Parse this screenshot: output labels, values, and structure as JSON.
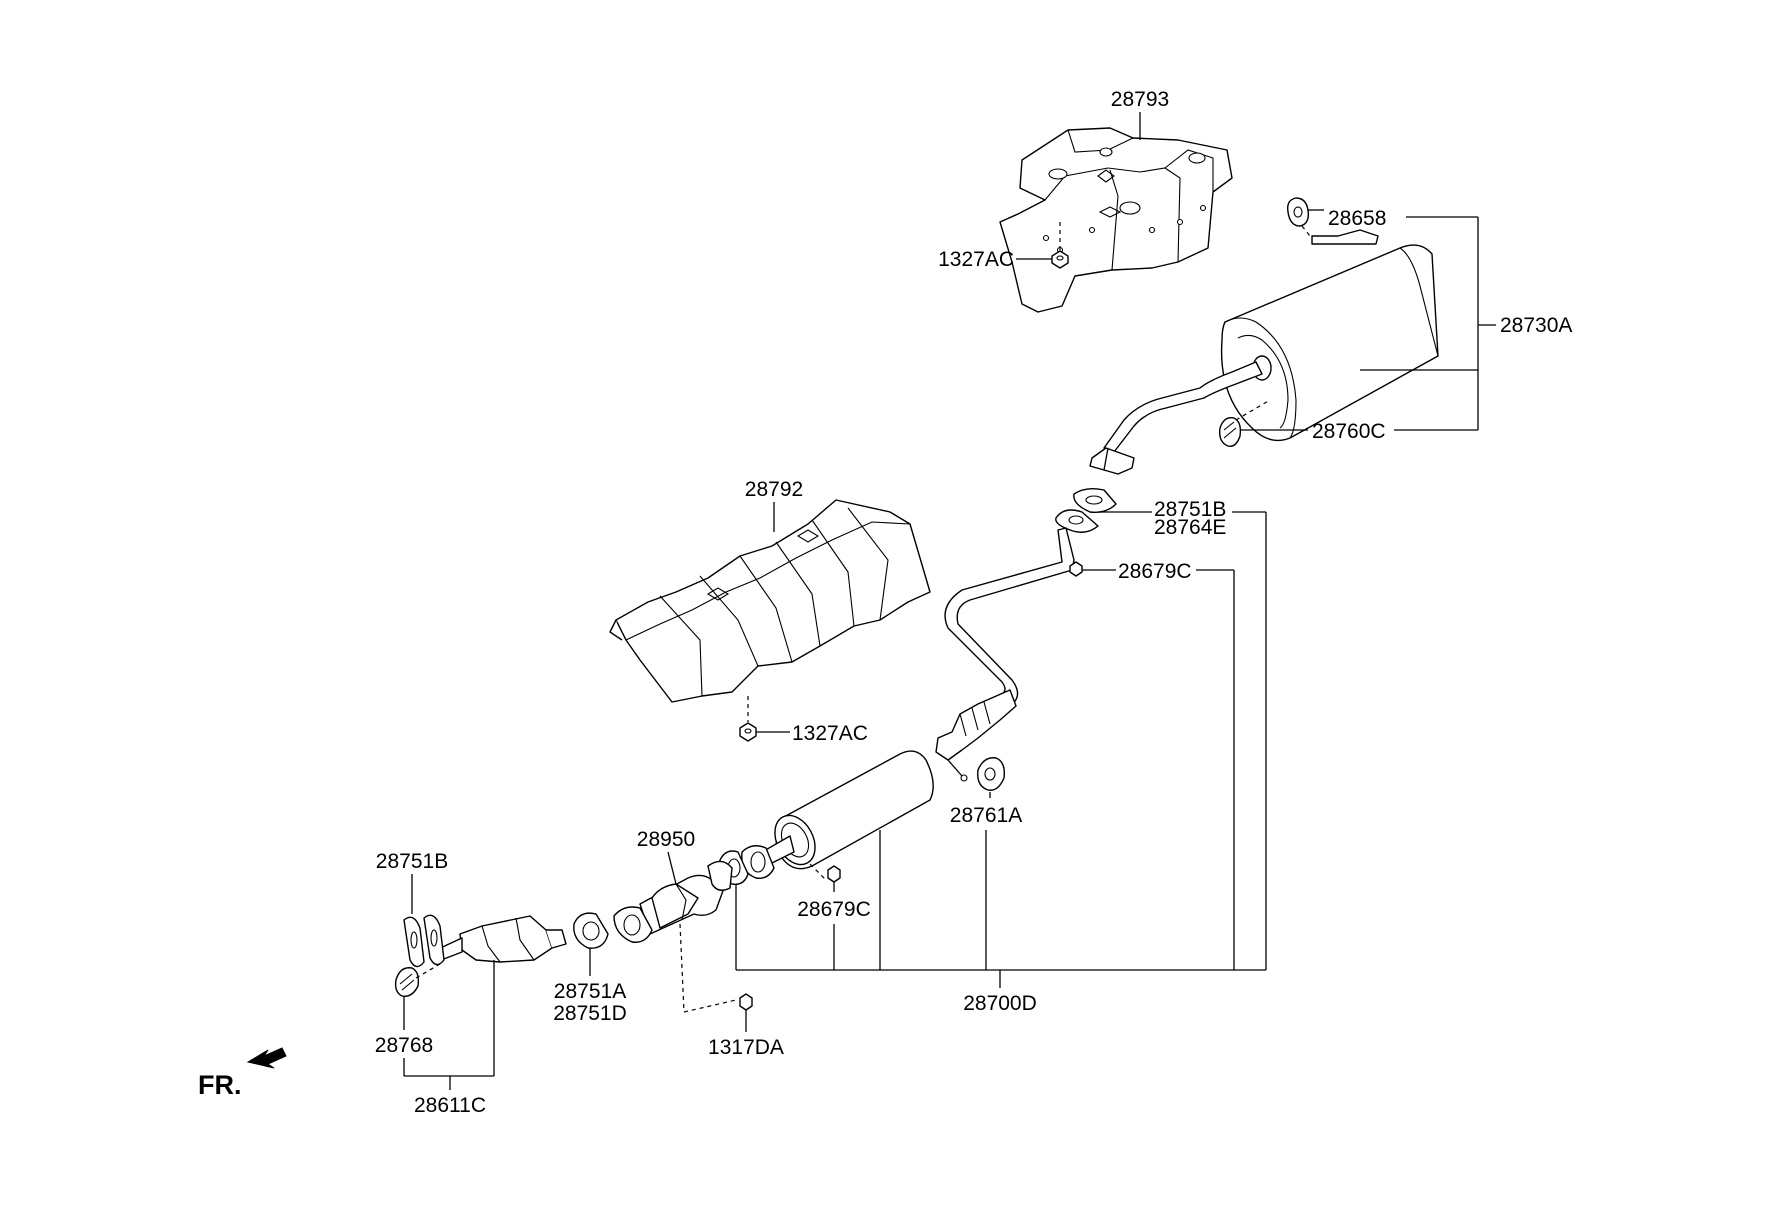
{
  "labels": {
    "p28793": "28793",
    "p1327AC_top": "1327AC",
    "p28658": "28658",
    "p28730A": "28730A",
    "p28760C": "28760C",
    "p28792": "28792",
    "p28751B_right": "28751B",
    "p28764E": "28764E",
    "p28679C_right": "28679C",
    "p1327AC_mid": "1327AC",
    "p28761A": "28761A",
    "p28950": "28950",
    "p28751B_left": "28751B",
    "p28679C_mid": "28679C",
    "p28751A": "28751A",
    "p28751D": "28751D",
    "p28768": "28768",
    "p1317DA": "1317DA",
    "p28700D": "28700D",
    "p28611C": "28611C",
    "front": "FR."
  }
}
